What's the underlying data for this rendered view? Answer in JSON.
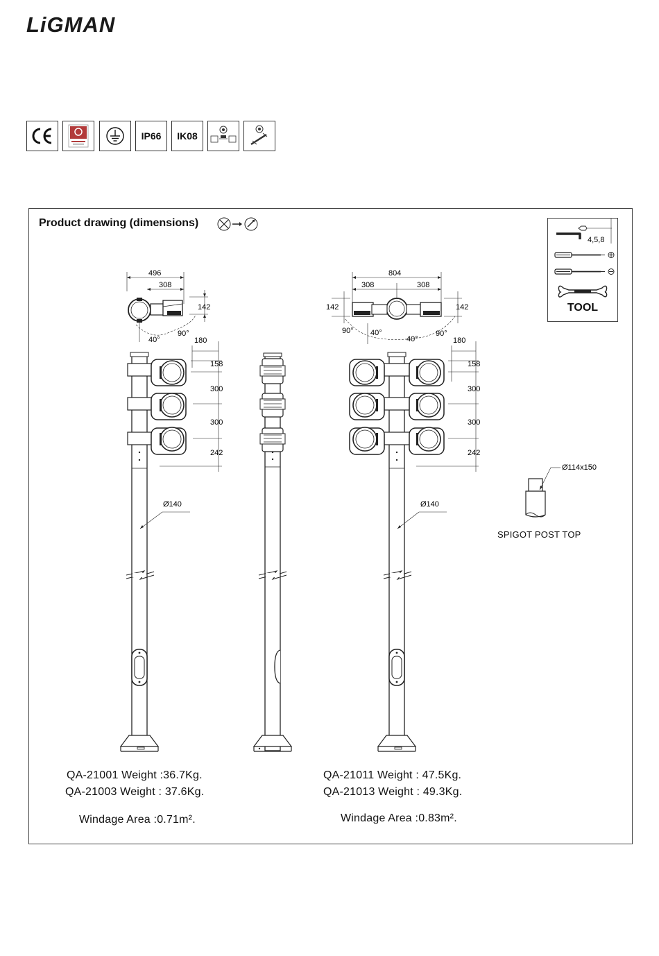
{
  "brand": "LiGMAN",
  "certifications": [
    {
      "label": "CE",
      "icon": "ce-mark-icon"
    },
    {
      "label": "",
      "icon": "quality-seal-icon"
    },
    {
      "label": "",
      "icon": "earth-ground-icon"
    },
    {
      "label": "IP66",
      "icon": "ip66-badge"
    },
    {
      "label": "IK08",
      "icon": "ik08-badge"
    },
    {
      "label": "",
      "icon": "mounting-heights-icon"
    },
    {
      "label": "",
      "icon": "tilt-adjust-icon"
    }
  ],
  "drawing": {
    "title": "Product drawing (dimensions)",
    "tool": {
      "title": "TOOL",
      "hex_key_sizes": "4,5,8"
    },
    "single_arm": {
      "top_width": "496",
      "arm_length": "308",
      "head_offset": "142",
      "angle_rear": "40°",
      "angle_side": "90°",
      "side_offset": "180",
      "first_drop": "158",
      "spacing_1": "300",
      "spacing_2": "300",
      "bottom_drop": "242",
      "pole_diameter": "Ø140"
    },
    "double_arm": {
      "top_width": "804",
      "arm_left": "308",
      "arm_right": "308",
      "head_offset_left": "142",
      "head_offset_right": "142",
      "angle_left_side": "90°",
      "angle_left_rear": "40°",
      "angle_right_rear": "40°",
      "angle_right_side": "90°",
      "side_offset": "180",
      "first_drop": "158",
      "spacing_1": "300",
      "spacing_2": "300",
      "bottom_drop": "242",
      "pole_diameter": "Ø140"
    },
    "spigot": {
      "dimension": "Ø114x150",
      "label": "SPIGOT POST TOP"
    },
    "specs_left": {
      "line1": "QA-21001 Weight :36.7Kg.",
      "line2": "QA-21003 Weight : 37.6Kg.",
      "windage": "Windage Area :0.71m²."
    },
    "specs_right": {
      "line1": "QA-21011 Weight : 47.5Kg.",
      "line2": "QA-21013 Weight : 49.3Kg.",
      "windage": "Windage Area :0.83m²."
    }
  }
}
